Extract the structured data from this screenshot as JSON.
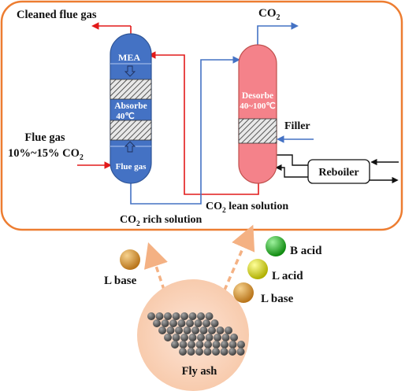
{
  "process": {
    "cleaned_flue_gas": "Cleaned flue gas",
    "co2_out_main": "CO",
    "co2_out_sub": "2",
    "mea": "MEA",
    "absorber": "Absorbe",
    "absorber_temp": "40℃",
    "flue_gas_inside": "Flue gas",
    "desorber": "Desorbe",
    "desorber_temp": "40~100℃",
    "filler": "Filler",
    "reboiler": "Reboiler",
    "flue_gas_in": "Flue gas",
    "flue_gas_conc_main": "10%~15% CO",
    "flue_gas_conc_sub": "2",
    "lean_pre": "CO",
    "lean_sub": "2",
    "lean_post": " lean solution",
    "rich_pre": "CO",
    "rich_sub": "2",
    "rich_post": " rich solution"
  },
  "sites": {
    "l_base_left": "L base",
    "b_acid": "B acid",
    "l_acid": "L acid",
    "l_base_right": "L base",
    "fly_ash": "Fly ash"
  },
  "colors": {
    "frame": "#ed7d31",
    "absorber": "#4472c4",
    "desorber": "#f4828a",
    "red_stream": "#e21a1a",
    "blue_stream": "#4472c4",
    "fly_ash_bg": "#fbd9c6",
    "l_base_ball": "#d99a3a",
    "b_acid_ball": "#2eae2e",
    "l_acid_ball": "#d9d900"
  }
}
